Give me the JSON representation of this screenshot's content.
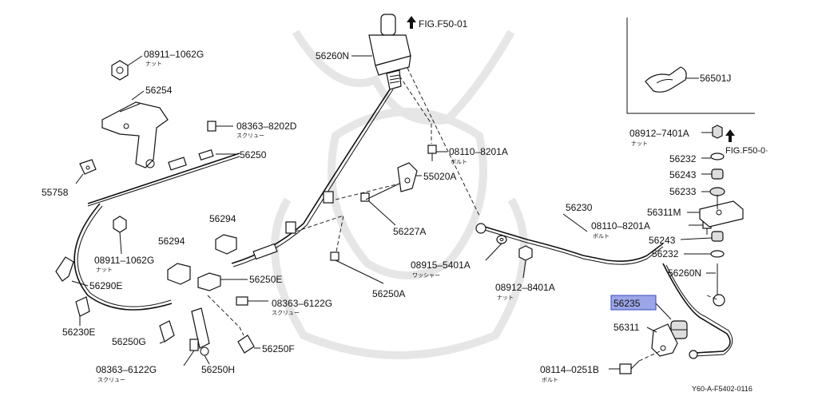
{
  "labels": {
    "p08911_1062G_a": "08911–1062G",
    "p08911_1062G_a_sub": "ナット",
    "p56254": "56254",
    "p08363_8202D": "08363–8202D",
    "p08363_8202D_sub": "スクリュー",
    "p56250": "56250",
    "p55758": "55758",
    "p56294_a": "56294",
    "p56294_b": "56294",
    "p08911_1062G_b": "08911–1062G",
    "p08911_1062G_b_sub": "ナット",
    "p56290E": "56290E",
    "p56250E": "56250E",
    "p08363_6122G_a": "08363–6122G",
    "p08363_6122G_a_sub": "スクリュー",
    "p56230E": "56230E",
    "p56250G": "56250G",
    "p56250F": "56250F",
    "p08363_6122G_b": "08363–6122G",
    "p08363_6122G_b_sub": "スクリュー",
    "p56250H": "56250H",
    "p56260N_top": "56260N",
    "fig_top": "FIG.F50-01",
    "p08110_8201A_a": "08110–8201A",
    "p08110_8201A_a_sub": "ボルト",
    "p55020A": "55020A",
    "p56227A": "56227A",
    "p56250A": "56250A",
    "p56230": "56230",
    "p08110_8201A_b": "08110–8201A",
    "p08110_8201A_b_sub": "ボルト",
    "p08915_5401A": "08915–5401A",
    "p08915_5401A_sub": "ワッシャー",
    "p08912_8401A": "08912–8401A",
    "p08912_8401A_sub": "ナット",
    "p56501J": "56501J",
    "p08912_7401A": "08912–7401A",
    "p08912_7401A_sub": "ナット",
    "fig_right": "FIG.F50-0·",
    "p56232_a": "56232",
    "p56243_a": "56243",
    "p56233": "56233",
    "p56311M": "56311M",
    "p56243_b": "56243",
    "p56232_b": "56232",
    "p56260N_right": "56260N",
    "p56235": "56235",
    "p56311": "56311",
    "p08114_0251B": "08114–0251B",
    "p08114_0251B_sub": "ボルト",
    "diagram_code": "Y60-A-F5402-0116"
  },
  "colors": {
    "highlight_fill": "#9aa6e8",
    "highlight_stroke": "#3a4bbf",
    "line": "#111111",
    "watermark": "#e6e6e6"
  }
}
